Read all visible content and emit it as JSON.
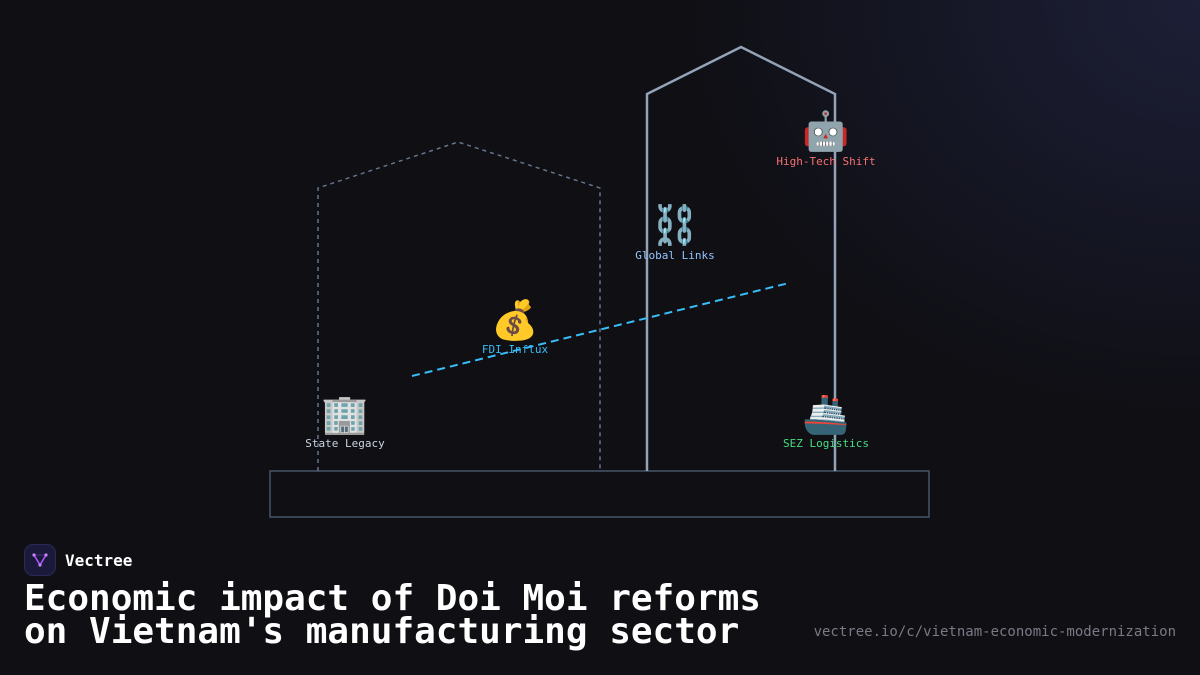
{
  "brand": {
    "name": "Vectree",
    "logo_icon": "vectree-logo-icon",
    "accent_color": "#a855f7"
  },
  "title": {
    "line1": "Economic impact of Doi Moi reforms",
    "line2": "on Vietnam's manufacturing sector"
  },
  "url": "vectree.io/c/vietnam-economic-modernization",
  "diagram": {
    "nodes": [
      {
        "id": "state-legacy",
        "label": "State Legacy",
        "icon": "🏢",
        "icon_name": "office-building-icon",
        "color": "#cbd5e1"
      },
      {
        "id": "fdi-influx",
        "label": "FDI Influx",
        "icon": "💰",
        "icon_name": "money-bag-icon",
        "color": "#38bdf8"
      },
      {
        "id": "global-links",
        "label": "Global Links",
        "icon": "⛓️",
        "icon_name": "chain-links-icon",
        "color": "#93c5fd"
      },
      {
        "id": "high-tech-shift",
        "label": "High-Tech Shift",
        "icon": "🤖",
        "icon_name": "robot-icon",
        "color": "#f87171"
      },
      {
        "id": "sez-logistics",
        "label": "SEZ Logistics",
        "icon": "🚢",
        "icon_name": "ship-icon",
        "color": "#4ade80"
      }
    ],
    "colors": {
      "old_house": "#64748b",
      "new_house": "#94a3b8",
      "trend_line": "#38bdf8",
      "foundation": "#475569"
    }
  }
}
